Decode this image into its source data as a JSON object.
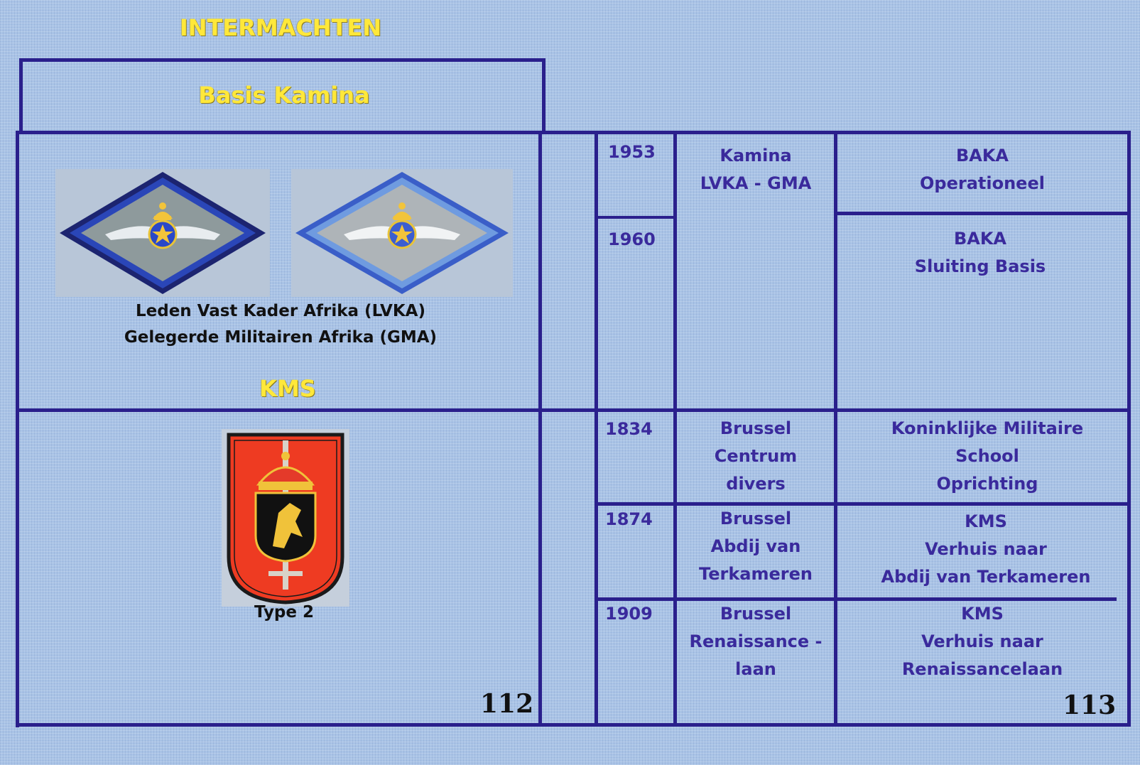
{
  "header": {
    "section_title": "INTERMACHTEN",
    "subsection_title": "Basis Kamina"
  },
  "kamina_patches": {
    "caption": [
      "Leden Vast Kader Afrika (LVKA)",
      "Gelegerde Militairen Afrika (GMA)"
    ]
  },
  "kms": {
    "title": "KMS",
    "patch_caption": "Type 2"
  },
  "timeline": [
    {
      "year": "1953",
      "location": [
        "Kamina",
        "LVKA - GMA"
      ],
      "event": [
        "BAKA",
        "Operationeel"
      ]
    },
    {
      "year": "1960",
      "location": [],
      "event": [
        "BAKA",
        "Sluiting Basis"
      ]
    },
    {
      "year": "1834",
      "location": [
        "Brussel",
        "Centrum",
        "divers"
      ],
      "event": [
        "Koninklijke Militaire",
        "School",
        "Oprichting"
      ]
    },
    {
      "year": "1874",
      "location": [
        "Brussel",
        "Abdij van",
        "Terkameren"
      ],
      "event": [
        "KMS",
        "Verhuis naar",
        "Abdij van Terkameren"
      ]
    },
    {
      "year": "1909",
      "location": [
        "Brussel",
        "Renaissance -",
        "laan"
      ],
      "event": [
        "KMS",
        "Verhuis naar",
        "Renaissancelaan"
      ]
    }
  ],
  "page_numbers": {
    "left": "112",
    "right": "113"
  },
  "colors": {
    "frame": "#2a1f8c",
    "title_yellow": "#ffe83a",
    "text_blue": "#3a2a9c",
    "background": "#a9c3e6"
  }
}
